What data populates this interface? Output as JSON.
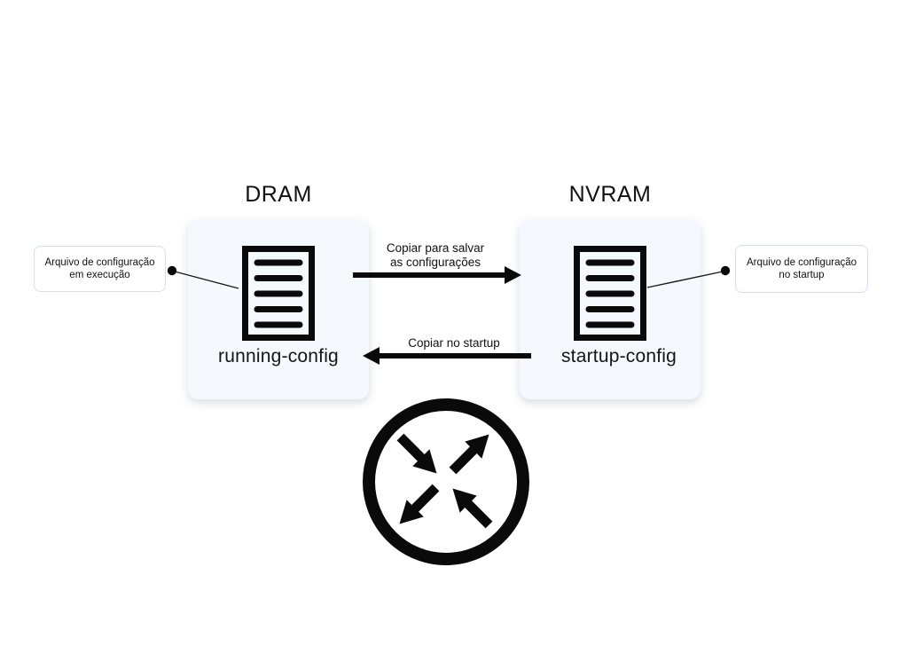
{
  "diagram": {
    "dram": {
      "title": "DRAM",
      "file": "running-config"
    },
    "nvram": {
      "title": "NVRAM",
      "file": "startup-config"
    },
    "callout_running": {
      "line1": "Arquivo de configuração",
      "line2": "em execução"
    },
    "callout_startup": {
      "line1": "Arquivo de configuração",
      "line2": "no startup"
    },
    "copy_save_label": {
      "line1": "Copiar para salvar",
      "line2": "as configurações"
    },
    "copy_startup_label": "Copiar no startup",
    "colors": {
      "memory_box_fill": "#f5f8fc",
      "callout_border": "#cfe0f3",
      "ink": "#0a0a0a",
      "background": "#ffffff"
    }
  }
}
